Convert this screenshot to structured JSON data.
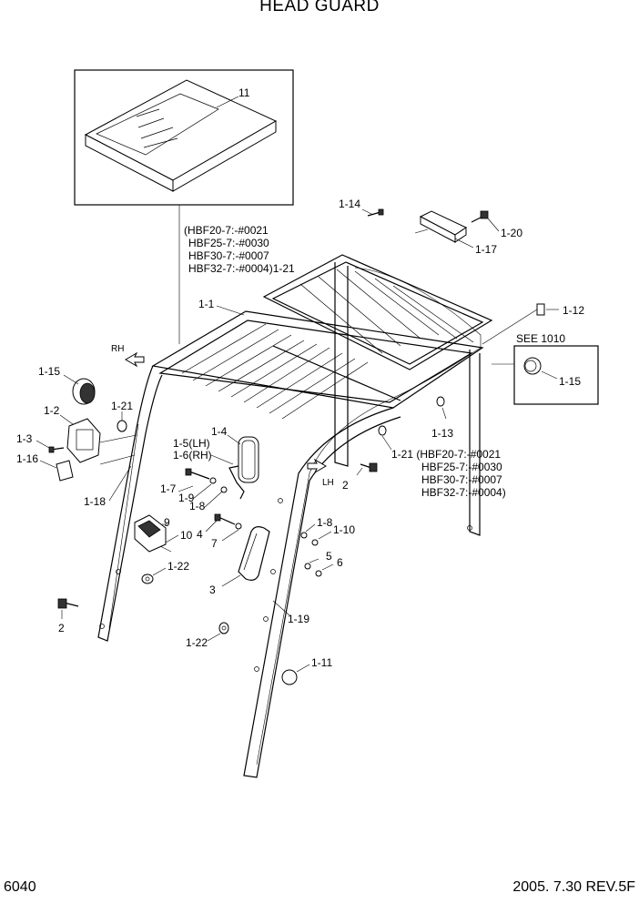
{
  "title": "HEAD GUARD",
  "page_number": "6040",
  "revision": "2005. 7.30 REV.5F",
  "serial_note_top": [
    "(HBF20-7:-#0021",
    "HBF25-7:-#0030",
    "HBF30-7:-#0007",
    "HBF32-7:-#0004)1-21"
  ],
  "serial_note_right": [
    "1-21 (HBF20-7:-#0021",
    "HBF25-7:-#0030",
    "HBF30-7:-#0007",
    "HBF32-7:-#0004)"
  ],
  "see_ref": "SEE 1010",
  "direction_rh": "RH",
  "direction_lh": "LH",
  "callouts": {
    "c11": "11",
    "c1_14": "1-14",
    "c1_20": "1-20",
    "c1_17": "1-17",
    "c1_1": "1-1",
    "c1_12": "1-12",
    "c1_15a": "1-15",
    "c1_15b": "1-15",
    "c1_2": "1-2",
    "c1_21a": "1-21",
    "c1_3": "1-3",
    "c1_16": "1-16",
    "c1_4": "1-4",
    "c1_5": "1-5(LH)",
    "c1_6": "1-6(RH)",
    "c1_7": "1-7",
    "c1_9": "1-9",
    "c1_8a": "1-8",
    "c1_13": "1-13",
    "c2a": "2",
    "c1_18": "1-18",
    "c9": "9",
    "c10": "10",
    "c4": "4",
    "c7": "7",
    "c1_8b": "1-8",
    "c1_10": "1-10",
    "c5": "5",
    "c6": "6",
    "c1_22a": "1-22",
    "c3": "3",
    "c2b": "2",
    "c1_19": "1-19",
    "c1_22b": "1-22",
    "c1_11": "1-11"
  }
}
